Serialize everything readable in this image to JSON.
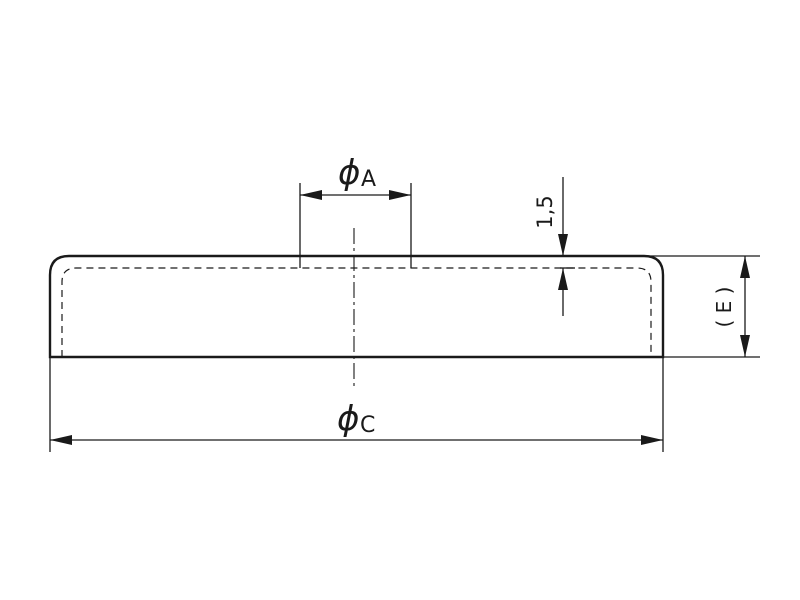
{
  "dimensions": {
    "inner_diameter": {
      "symbol": "ϕ",
      "label": "A"
    },
    "outer_diameter": {
      "symbol": "ϕ",
      "label": "C"
    },
    "thickness": {
      "label": "1,5"
    },
    "height": {
      "label": "( E )"
    }
  },
  "colors": {
    "line": "#1a1a1a",
    "background": "#ffffff"
  }
}
